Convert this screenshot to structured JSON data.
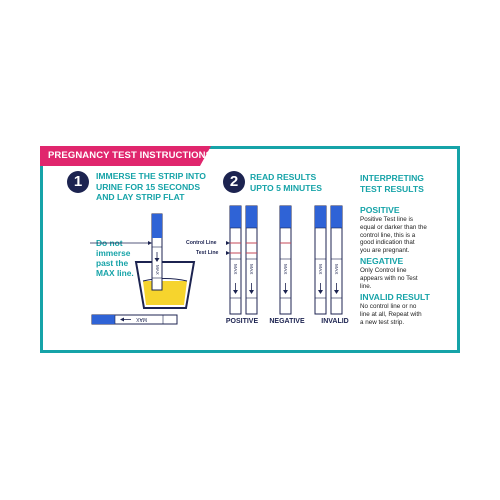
{
  "banner": {
    "title": "PREGNANCY TEST INSTRUCTIONS"
  },
  "colors": {
    "teal": "#16a3a8",
    "magenta": "#e0266d",
    "navy": "#1c2350",
    "blue": "#2f63d6",
    "yellow": "#f6d42d",
    "control_line": "#c4485a"
  },
  "step1": {
    "number": "1",
    "heading": "IMMERSE THE STRIP INTO\nURINE FOR 15 SECONDS\nAND LAY STRIP FLAT",
    "note": "Do not\nimmerse\npast the\nMAX line.",
    "strip_mark": "MAX"
  },
  "step2": {
    "number": "2",
    "heading": "READ RESULTS\nUPTO 5 MINUTES",
    "labels": {
      "control": "Control Line",
      "test": "Test Line"
    },
    "strip_mark": "MAX",
    "captions": [
      "POSITIVE",
      "NEGATIVE",
      "INVALID"
    ]
  },
  "interpret": {
    "heading": "INTERPRETING\nTEST RESULTS",
    "items": [
      {
        "title": "POSITIVE",
        "desc": "Positive Test line is\nequal or darker than the\ncontrol line, this is a\ngood indication that\nyou are pregnant."
      },
      {
        "title": "NEGATIVE",
        "desc": "Only Control line\nappears with no Test\nline."
      },
      {
        "title": "INVALID RESULT",
        "desc": "No control line or no\nline at all, Repeat with\na new test strip."
      }
    ]
  }
}
